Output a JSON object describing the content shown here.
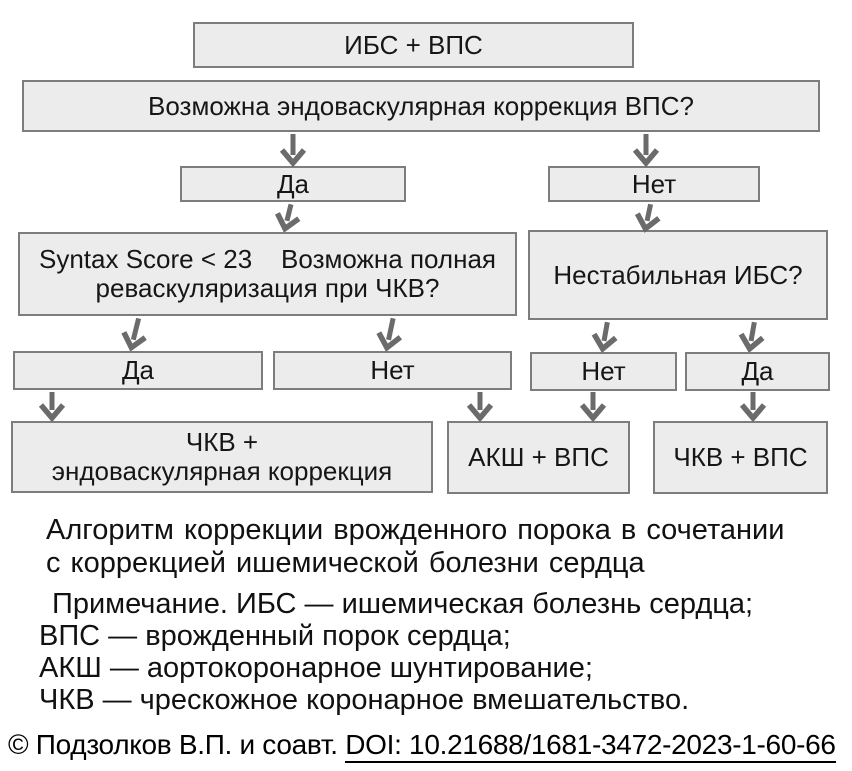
{
  "figure": {
    "nodes": {
      "root": "ИБС + ВПС",
      "q_endovascular": "Возможна эндоваскулярная коррекция ВПС?",
      "endo_yes": "Да",
      "endo_no": "Нет",
      "q_syntax_line1": "Syntax Score < 23    Возможна полная",
      "q_syntax_line2": "реваскуляризация при ЧКВ?",
      "q_unstable": "Нестабильная ИБС?",
      "syntax_yes": "Да",
      "syntax_no": "Нет",
      "unstable_no": "Нет",
      "unstable_yes": "Да",
      "outcome_pci_endo_line1": "ЧКВ +",
      "outcome_pci_endo_line2": "эндоваскулярная коррекция",
      "outcome_cabg_vps": "АКШ + ВПС",
      "outcome_pci_vps": "ЧКВ + ВПС"
    },
    "caption": {
      "lines": [
        "Алгоритм коррекции врожденного порока в сочетании",
        "с коррекцией ишемической болезни сердца"
      ]
    },
    "note": {
      "lines": [
        "Примечание. ИБС — ишемическая болезнь сердца;",
        "ВПС — врожденный порок сердца;",
        "АКШ — аортокоронарное шунтирование;",
        "ЧКВ — чрескожное коронарное вмешательство."
      ]
    },
    "credit": {
      "attribution": "© Подзолков В.П. и соавт. ",
      "doi": "DOI: 10.21688/1681-3472-2023-1-60-66"
    },
    "colors": {
      "box_fill": "#ececec",
      "box_border": "#7d7d7d",
      "arrow": "#6b6b6b",
      "text": "#161616"
    }
  }
}
